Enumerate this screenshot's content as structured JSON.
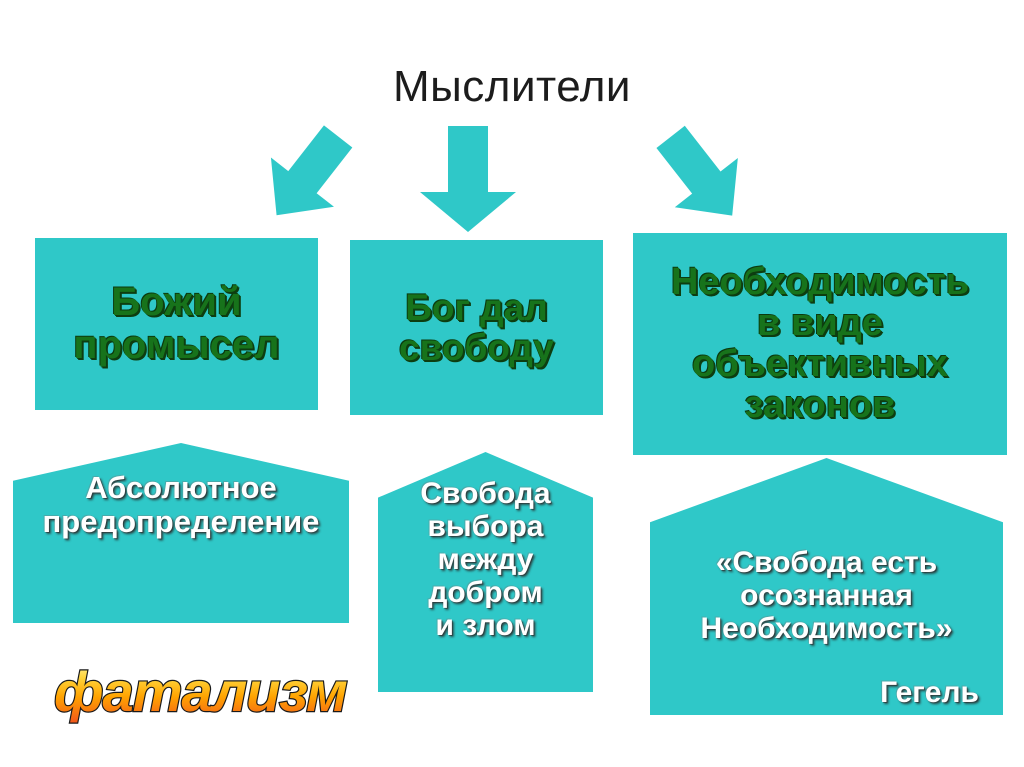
{
  "slide": {
    "title": "Мыслители",
    "background_color": "#ffffff",
    "accent_color": "#2fc8c8",
    "green_text_color": "#17731b",
    "white_text_color": "#ffffff",
    "title_color": "#1c1c1c"
  },
  "arrows": [
    {
      "name": "arrow-left",
      "direction": "down-left",
      "color": "#2fc8c8"
    },
    {
      "name": "arrow-center",
      "direction": "down",
      "color": "#2fc8c8"
    },
    {
      "name": "arrow-right",
      "direction": "down-right",
      "color": "#2fc8c8"
    }
  ],
  "columns": [
    {
      "concept": "Божий\nпромысел",
      "detail": "Абсолютное\nпредопределение",
      "attribution": ""
    },
    {
      "concept": "Бог дал\nсвободу",
      "detail": "Свобода\nвыбора\nмежду\nдобром\nи злом",
      "attribution": ""
    },
    {
      "concept": "Необходимость\nв виде\nобъективных\nзаконов",
      "detail": "«Свобода есть\nосознанная\nНеобходимость»",
      "attribution": "Гегель"
    }
  ],
  "wordart": {
    "label": "фатализм",
    "gradient_start": "#fff27a",
    "gradient_mid": "#ffb300",
    "gradient_end": "#f4591c",
    "outline_color": "#1a1a1a"
  }
}
